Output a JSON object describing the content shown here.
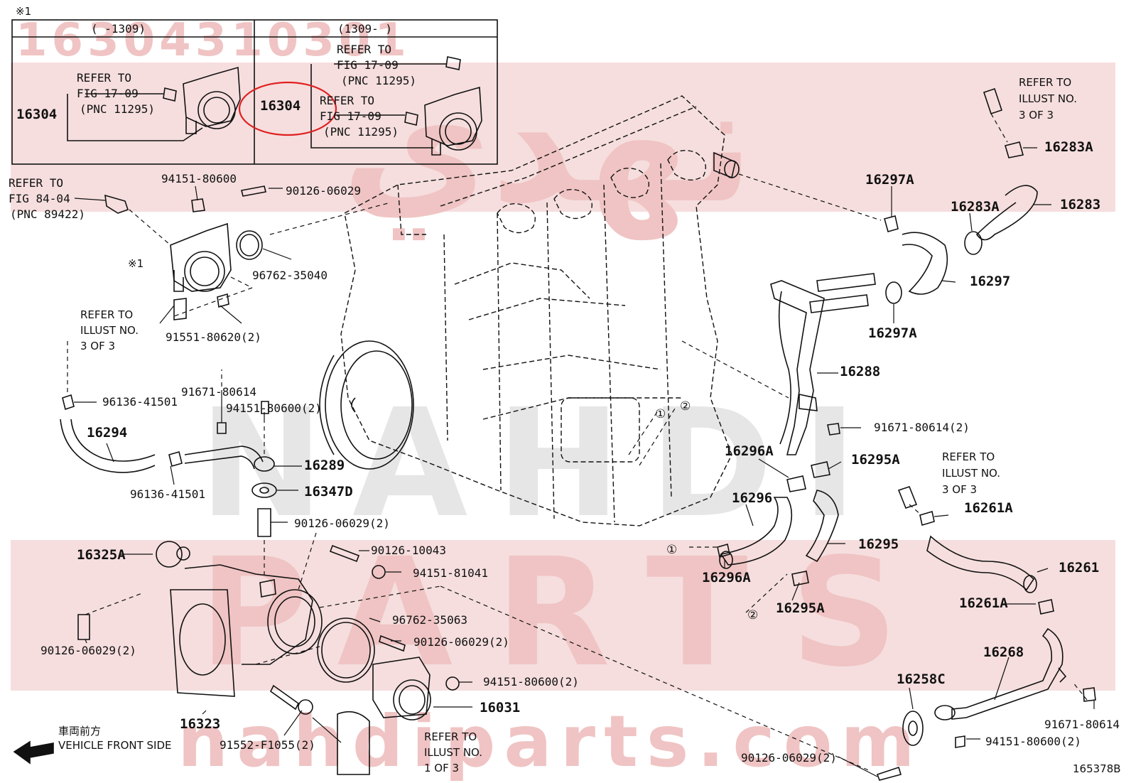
{
  "watermark": {
    "part_number": "16304310301",
    "script_text": "نهدي",
    "brand": "NAHDI",
    "parts": "PARTS",
    "site": "nahdiparts.com"
  },
  "inset": {
    "marker": "※1",
    "left_header": "(      -1309)",
    "right_header": "(1309-      )",
    "left_part": "16304",
    "right_part": "16304",
    "refer_lines": [
      "REFER TO",
      "FIG 17-09",
      "(PNC 11295)"
    ]
  },
  "callouts": {
    "refer_fig84": [
      "REFER TO",
      "FIG 84-04",
      "(PNC 89422)"
    ],
    "refer_illust": [
      "REFER TO",
      "ILLUST NO.",
      "3 OF 3"
    ],
    "refer_illust_1": [
      "REFER TO",
      "ILLUST NO.",
      "1 OF 3"
    ],
    "marker_1": "※1",
    "circle_1": "①",
    "circle_2": "②"
  },
  "parts": {
    "p94151_80600": "94151-80600",
    "p90126_06029": "90126-06029",
    "p96762_35040": "96762-35040",
    "p91551_80620": "91551-80620(2)",
    "p96136_41501a": "96136-41501",
    "p91671_80614": "91671-80614",
    "p94151_80600_2": "94151-80600(2)",
    "p16294": "16294",
    "p16289": "16289",
    "p96136_41501b": "96136-41501",
    "p16347D": "16347D",
    "p90126_06029_2a": "90126-06029(2)",
    "p16325A": "16325A",
    "p90126_10043": "90126-10043",
    "p94151_81041": "94151-81041",
    "p90126_06029_2b": "90126-06029(2)",
    "p96762_35063": "96762-35063",
    "p90126_06029_2c": "90126-06029(2)",
    "p94151_80600_2b": "94151-80600(2)",
    "p16031": "16031",
    "p16323": "16323",
    "p91552_F1055": "91552-F1055(2)",
    "p90126_06029_2d": "90126-06029(2)",
    "p16283A_top": "16283A",
    "p16297A_top": "16297A",
    "p16283A": "16283A",
    "p16283": "16283",
    "p16297": "16297",
    "p16297A_bot": "16297A",
    "p16288": "16288",
    "p91671_80614_2": "91671-80614(2)",
    "p16296A_top": "16296A",
    "p16295A_top": "16295A",
    "p16296": "16296",
    "p16295": "16295",
    "p16296A_bot": "16296A",
    "p16295A_bot": "16295A",
    "p16261A_top": "16261A",
    "p16261": "16261",
    "p16261A_bot": "16261A",
    "p16268": "16268",
    "p16258C": "16258C",
    "p91671_80614_b": "91671-80614",
    "p94151_80600_2c": "94151-80600(2)"
  },
  "footer": {
    "direction_jp": "車両前方",
    "direction_en": "VEHICLE FRONT SIDE",
    "figure_id": "165378B"
  }
}
